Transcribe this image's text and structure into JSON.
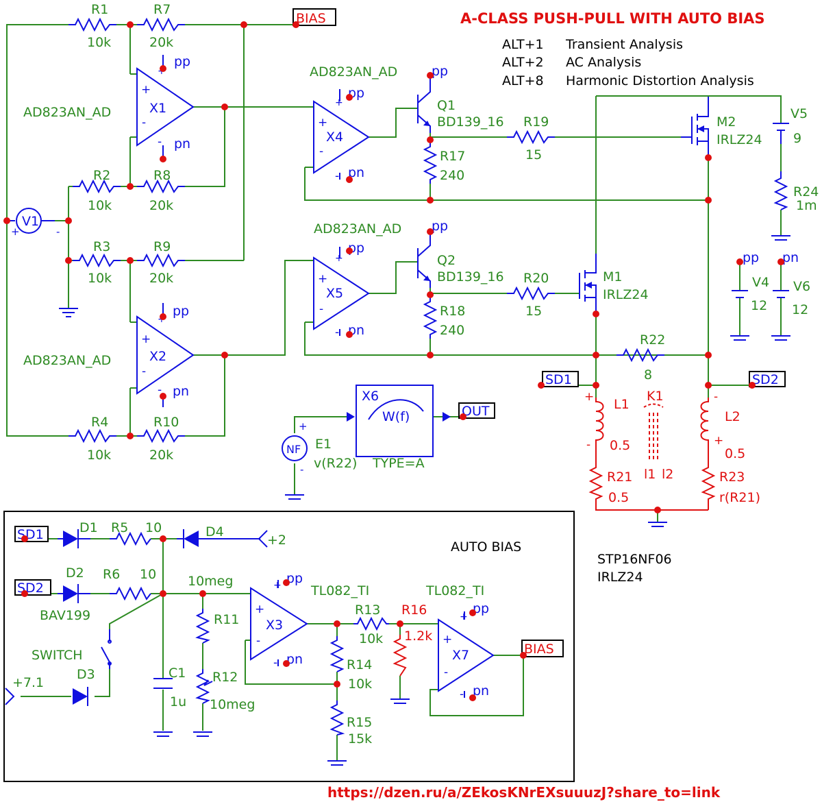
{
  "title": "A-CLASS PUSH-PULL WITH AUTO BIAS",
  "shortcuts": [
    {
      "key": "ALT+1",
      "label": "Transient Analysis"
    },
    {
      "key": "ALT+2",
      "label": "AC Analysis"
    },
    {
      "key": "ALT+8",
      "label": "Harmonic Distortion Analysis"
    }
  ],
  "url": "https://dzen.ru/a/ZEkosKNrEXsuuuzJ?share_to=link",
  "auto_bias_title": "AUTO BIAS",
  "mosfet_note": [
    "STP16NF06",
    "IRLZ24"
  ],
  "colors": {
    "wire": "#2e8b23",
    "component": "#1010e0",
    "accent": "#e01010",
    "frame": "#000000"
  },
  "labels": {
    "bias_out": "BIAS",
    "bias_in": "BIAS",
    "out": "OUT",
    "sd1_top": "SD1",
    "sd2_top": "SD2",
    "sd1_bottom": "SD1",
    "sd2_bottom": "SD2",
    "pp": "pp",
    "pn": "pn",
    "plus": "+",
    "minus": "-"
  },
  "components": {
    "R1": {
      "name": "R1",
      "value": "10k"
    },
    "R7": {
      "name": "R7",
      "value": "20k"
    },
    "R2": {
      "name": "R2",
      "value": "10k"
    },
    "R8": {
      "name": "R8",
      "value": "20k"
    },
    "R3": {
      "name": "R3",
      "value": "10k"
    },
    "R9": {
      "name": "R9",
      "value": "20k"
    },
    "R4": {
      "name": "R4",
      "value": "10k"
    },
    "R10": {
      "name": "R10",
      "value": "20k"
    },
    "X1": {
      "name": "X1",
      "model": "AD823AN_AD"
    },
    "X2": {
      "name": "X2",
      "model": "AD823AN_AD"
    },
    "X4": {
      "name": "X4",
      "model": "AD823AN_AD"
    },
    "X5": {
      "name": "X5",
      "model": "AD823AN_AD"
    },
    "V1": {
      "name": "V1"
    },
    "Q1": {
      "name": "Q1",
      "model": "BD139_16"
    },
    "Q2": {
      "name": "Q2",
      "model": "BD139_16"
    },
    "R17": {
      "name": "R17",
      "value": "240"
    },
    "R18": {
      "name": "R18",
      "value": "240"
    },
    "R19": {
      "name": "R19",
      "value": "15"
    },
    "R20": {
      "name": "R20",
      "value": "15"
    },
    "M1": {
      "name": "M1",
      "model": "IRLZ24"
    },
    "M2": {
      "name": "M2",
      "model": "IRLZ24"
    },
    "V5": {
      "name": "V5",
      "value": "9"
    },
    "R24": {
      "name": "R24",
      "value": "1m"
    },
    "V4": {
      "name": "V4",
      "value": "12"
    },
    "V6": {
      "name": "V6",
      "value": "12"
    },
    "R22": {
      "name": "R22",
      "value": "8"
    },
    "L1": {
      "name": "L1",
      "value": "0.5"
    },
    "L2": {
      "name": "L2",
      "value": "0.5"
    },
    "K1": {
      "name": "K1",
      "l1": "l1",
      "l2": "l2"
    },
    "R21": {
      "name": "R21",
      "value": "0.5"
    },
    "R23": {
      "name": "R23",
      "value": "r(R21)"
    },
    "X6": {
      "name": "X6",
      "func": "W(f)",
      "type": "TYPE=A"
    },
    "E1": {
      "name": "E1",
      "symbol": "NF",
      "expr": "v(R22)"
    },
    "D1": {
      "name": "D1"
    },
    "D2": {
      "name": "D2",
      "model": "BAV199"
    },
    "D3": {
      "name": "D3"
    },
    "D4": {
      "name": "D4"
    },
    "R5": {
      "name": "R5",
      "value": "10"
    },
    "R6": {
      "name": "R6",
      "value": "10"
    },
    "SWITCH": {
      "name": "SWITCH"
    },
    "C1": {
      "name": "C1",
      "value": "1u"
    },
    "R11": {
      "name": "R11",
      "value": "10meg"
    },
    "R12": {
      "name": "R12",
      "value": "10meg"
    },
    "X3": {
      "name": "X3",
      "model": "TL082_TI"
    },
    "X7": {
      "name": "X7",
      "model": "TL082_TI"
    },
    "R13": {
      "name": "R13",
      "value": "10k"
    },
    "R14": {
      "name": "R14",
      "value": "10k"
    },
    "R15": {
      "name": "R15",
      "value": "15k"
    },
    "R16": {
      "name": "R16",
      "value": "1.2k"
    },
    "plus2": {
      "value": "+2"
    },
    "plus71": {
      "value": "+7.1"
    }
  }
}
